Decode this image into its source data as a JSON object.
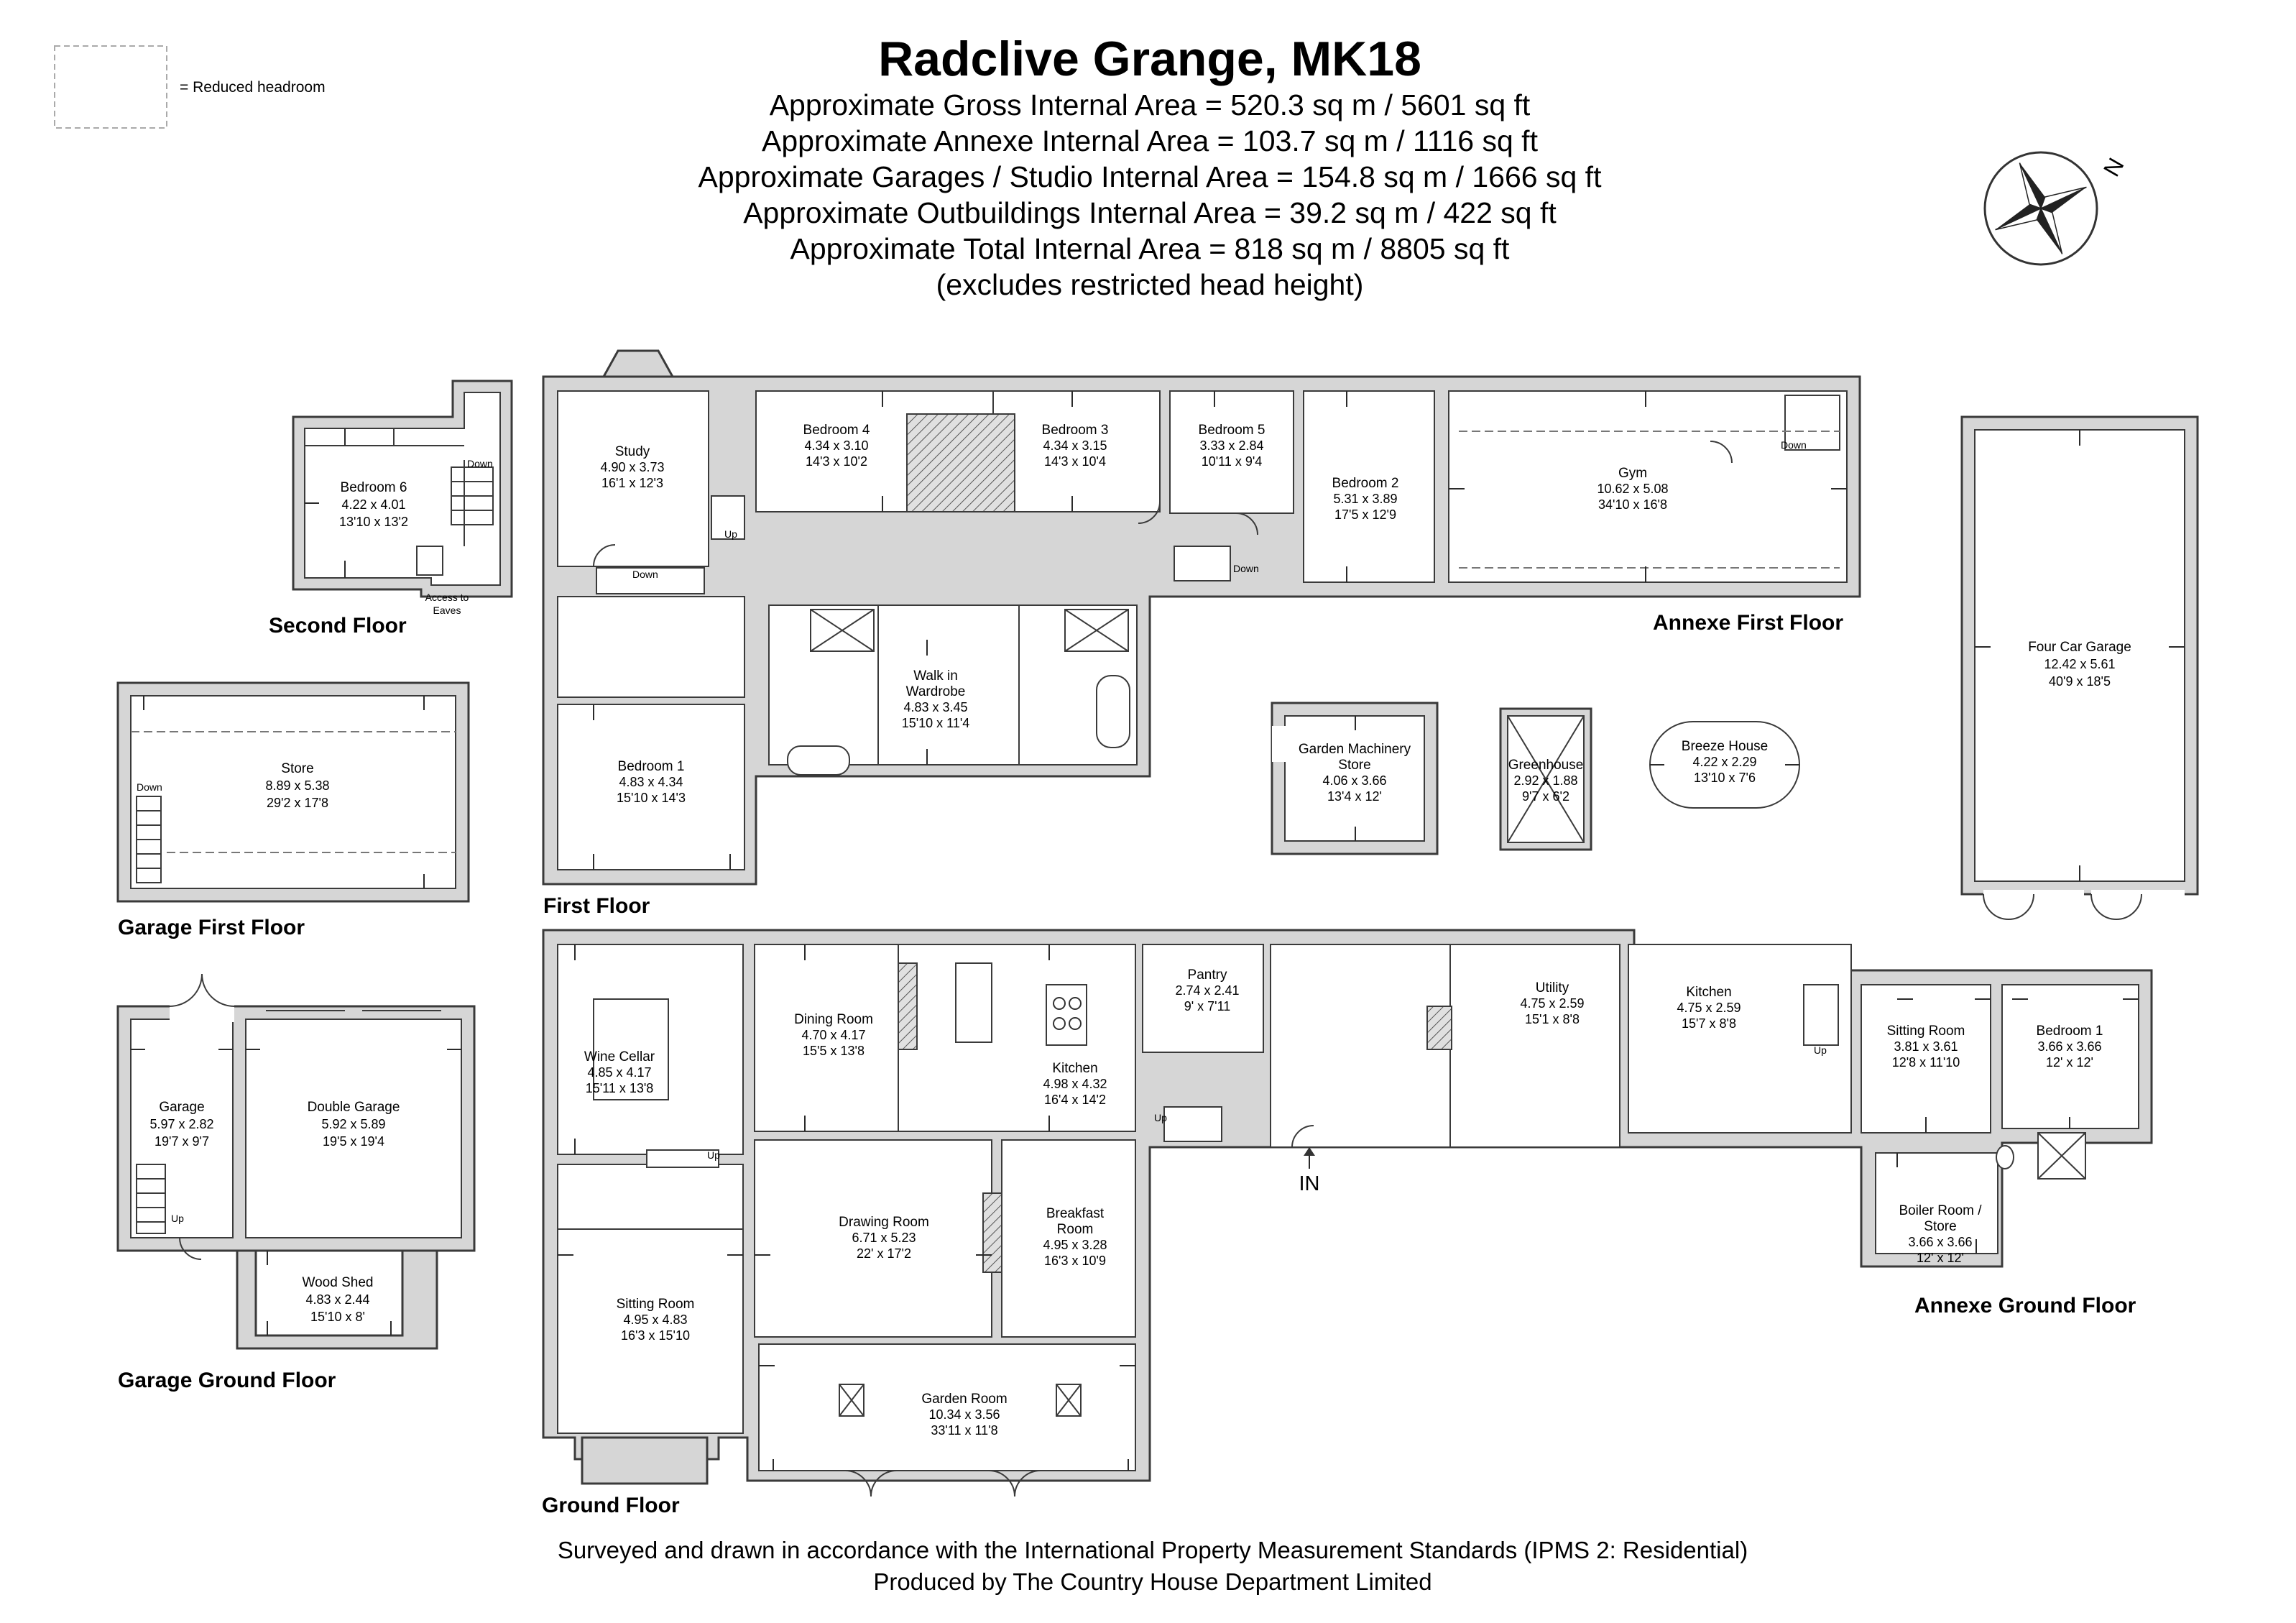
{
  "title": "Radclive Grange, MK18",
  "area_lines": [
    "Approximate Gross Internal Area = 520.3 sq m / 5601 sq ft",
    "Approximate Annexe Internal Area = 103.7 sq m / 1116 sq ft",
    "Approximate Garages / Studio Internal Area = 154.8 sq m / 1666 sq ft",
    "Approximate Outbuildings Internal Area = 39.2 sq m / 422 sq ft",
    "Approximate Total Internal Area = 818 sq m / 8805 sq ft",
    "(excludes restricted head height)"
  ],
  "legend": {
    "reduced_headroom": "= Reduced headroom"
  },
  "compass": {
    "north": "N"
  },
  "floors": {
    "second": "Second Floor",
    "first": "First Floor",
    "ground": "Ground Floor",
    "annexe_first": "Annexe First Floor",
    "annexe_ground": "Annexe Ground Floor",
    "garage_first": "Garage First Floor",
    "garage_ground": "Garage Ground Floor"
  },
  "rooms": {
    "bedroom6": {
      "name": "Bedroom 6",
      "metric": "4.22 x 4.01",
      "imperial": "13'10 x 13'2"
    },
    "study": {
      "name": "Study",
      "metric": "4.90 x 3.73",
      "imperial": "16'1 x 12'3"
    },
    "bedroom4": {
      "name": "Bedroom 4",
      "metric": "4.34 x 3.10",
      "imperial": "14'3 x 10'2"
    },
    "bedroom3": {
      "name": "Bedroom 3",
      "metric": "4.34 x 3.15",
      "imperial": "14'3 x 10'4"
    },
    "bedroom5": {
      "name": "Bedroom 5",
      "metric": "3.33 x 2.84",
      "imperial": "10'11 x 9'4"
    },
    "bedroom2": {
      "name": "Bedroom 2",
      "metric": "5.31 x 3.89",
      "imperial": "17'5 x 12'9"
    },
    "gym": {
      "name": "Gym",
      "metric": "10.62 x 5.08",
      "imperial": "34'10 x 16'8"
    },
    "four_car_garage": {
      "name": "Four Car Garage",
      "metric": "12.42 x 5.61",
      "imperial": "40'9 x 18'5"
    },
    "walkin_wardrobe": {
      "name": "Walk in",
      "name2": "Wardrobe",
      "metric": "4.83 x 3.45",
      "imperial": "15'10 x 11'4"
    },
    "bedroom1": {
      "name": "Bedroom 1",
      "metric": "4.83 x 4.34",
      "imperial": "15'10 x 14'3"
    },
    "garden_machinery": {
      "name": "Garden Machinery",
      "name2": "Store",
      "metric": "4.06 x 3.66",
      "imperial": "13'4 x 12'"
    },
    "greenhouse": {
      "name": "Greenhouse",
      "metric": "2.92 x 1.88",
      "imperial": "9'7 x 6'2"
    },
    "breeze_house": {
      "name": "Breeze House",
      "metric": "4.22 x 2.29",
      "imperial": "13'10 x 7'6"
    },
    "store": {
      "name": "Store",
      "metric": "8.89 x 5.38",
      "imperial": "29'2 x 17'8"
    },
    "wine_cellar": {
      "name": "Wine Cellar",
      "metric": "4.85 x 4.17",
      "imperial": "15'11 x 13'8"
    },
    "dining_room": {
      "name": "Dining Room",
      "metric": "4.70 x 4.17",
      "imperial": "15'5 x 13'8"
    },
    "kitchen": {
      "name": "Kitchen",
      "metric": "4.98 x 4.32",
      "imperial": "16'4 x 14'2"
    },
    "pantry": {
      "name": "Pantry",
      "metric": "2.74 x 2.41",
      "imperial": "9' x 7'11"
    },
    "utility": {
      "name": "Utility",
      "metric": "4.75 x 2.59",
      "imperial": "15'1 x 8'8"
    },
    "annexe_kitchen": {
      "name": "Kitchen",
      "metric": "4.75 x 2.59",
      "imperial": "15'7 x 8'8"
    },
    "annexe_sitting": {
      "name": "Sitting Room",
      "metric": "3.81 x 3.61",
      "imperial": "12'8 x 11'10"
    },
    "annexe_bedroom1": {
      "name": "Bedroom 1",
      "metric": "3.66 x 3.66",
      "imperial": "12' x 12'"
    },
    "boiler_room": {
      "name": "Boiler Room /",
      "name2": "Store",
      "metric": "3.66 x 3.66",
      "imperial": "12' x 12'"
    },
    "garage": {
      "name": "Garage",
      "metric": "5.97 x 2.82",
      "imperial": "19'7 x 9'7"
    },
    "double_garage": {
      "name": "Double Garage",
      "metric": "5.92 x 5.89",
      "imperial": "19'5 x 19'4"
    },
    "wood_shed": {
      "name": "Wood Shed",
      "metric": "4.83 x 2.44",
      "imperial": "15'10 x 8'"
    },
    "drawing_room": {
      "name": "Drawing Room",
      "metric": "6.71 x 5.23",
      "imperial": "22' x 17'2"
    },
    "breakfast_room": {
      "name": "Breakfast",
      "name2": "Room",
      "metric": "4.95 x 3.28",
      "imperial": "16'3 x 10'9"
    },
    "sitting_room": {
      "name": "Sitting Room",
      "metric": "4.95 x 4.83",
      "imperial": "16'3 x 15'10"
    },
    "garden_room": {
      "name": "Garden Room",
      "metric": "10.34 x 3.56",
      "imperial": "33'11 x 11'8"
    }
  },
  "annotations": {
    "down": "Down",
    "up": "Up",
    "access_eaves_1": "Access to",
    "access_eaves_2": "Eaves",
    "entrance": "IN"
  },
  "footer": [
    "Surveyed and drawn in accordance with the International Property Measurement Standards (IPMS 2: Residential)",
    "Produced by The Country House Department Limited"
  ]
}
